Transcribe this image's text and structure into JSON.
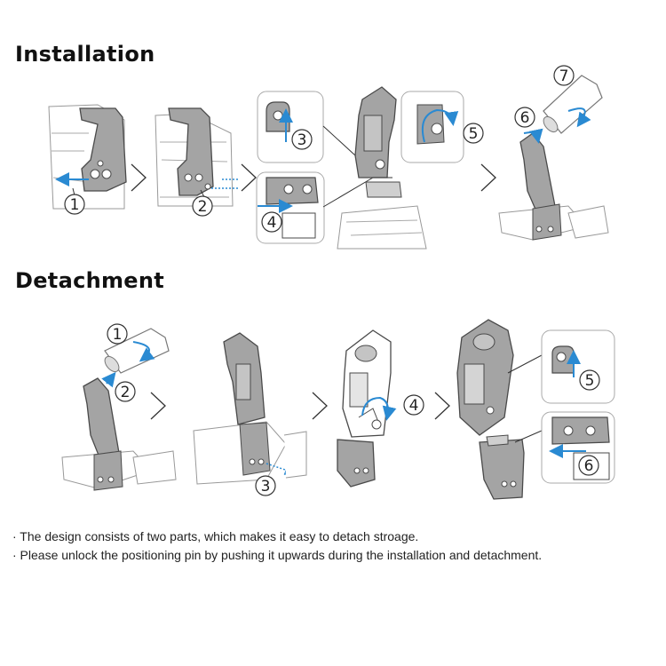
{
  "installation": {
    "title": "Installation",
    "steps": [
      "1",
      "2",
      "3",
      "4",
      "5",
      "6",
      "7"
    ]
  },
  "detachment": {
    "title": "Detachment",
    "steps": [
      "1",
      "2",
      "3",
      "4",
      "5",
      "6"
    ]
  },
  "notes": [
    "· The design consists of two parts, which makes it easy to detach stroage.",
    "· Please unlock the positioning pin by pushing it upwards during the  installation and detachment."
  ],
  "colors": {
    "line": "#4a4a4a",
    "bracket": "#a4a4a4",
    "bracket_dark": "#7a7a7a",
    "arrow": "#2a8ad2",
    "text": "#111111"
  }
}
